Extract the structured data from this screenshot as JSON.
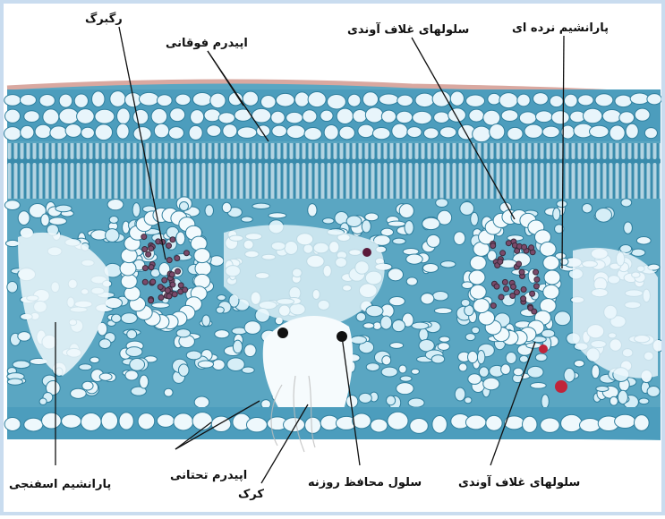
{
  "figure": {
    "title": "",
    "labels": {
      "vein": "رگبرگ",
      "upper_epidermis": "اپیدرم فوقانی",
      "bundle_sheath_top": "سلولهای غلاف آوندی",
      "palisade": "پارانشیم نرده ای",
      "spongy": "پارانشیم اسفنجی",
      "lower_epidermis": "اپیدرم تحتانی",
      "trichome": "کرک",
      "guard_cell": "سلول محافظ روزنه",
      "bundle_sheath_bottom": "سلولهای غلاف آوندی"
    }
  },
  "colors": {
    "background": "#ffffff",
    "tissue_fill": "#5aa6c2",
    "tissue_dark": "#2f7f9e",
    "cell_light": "#e8f5fb",
    "cuticle": "#d9a8a0",
    "stain_red": "#c0243a",
    "leader_line": "#111111"
  }
}
